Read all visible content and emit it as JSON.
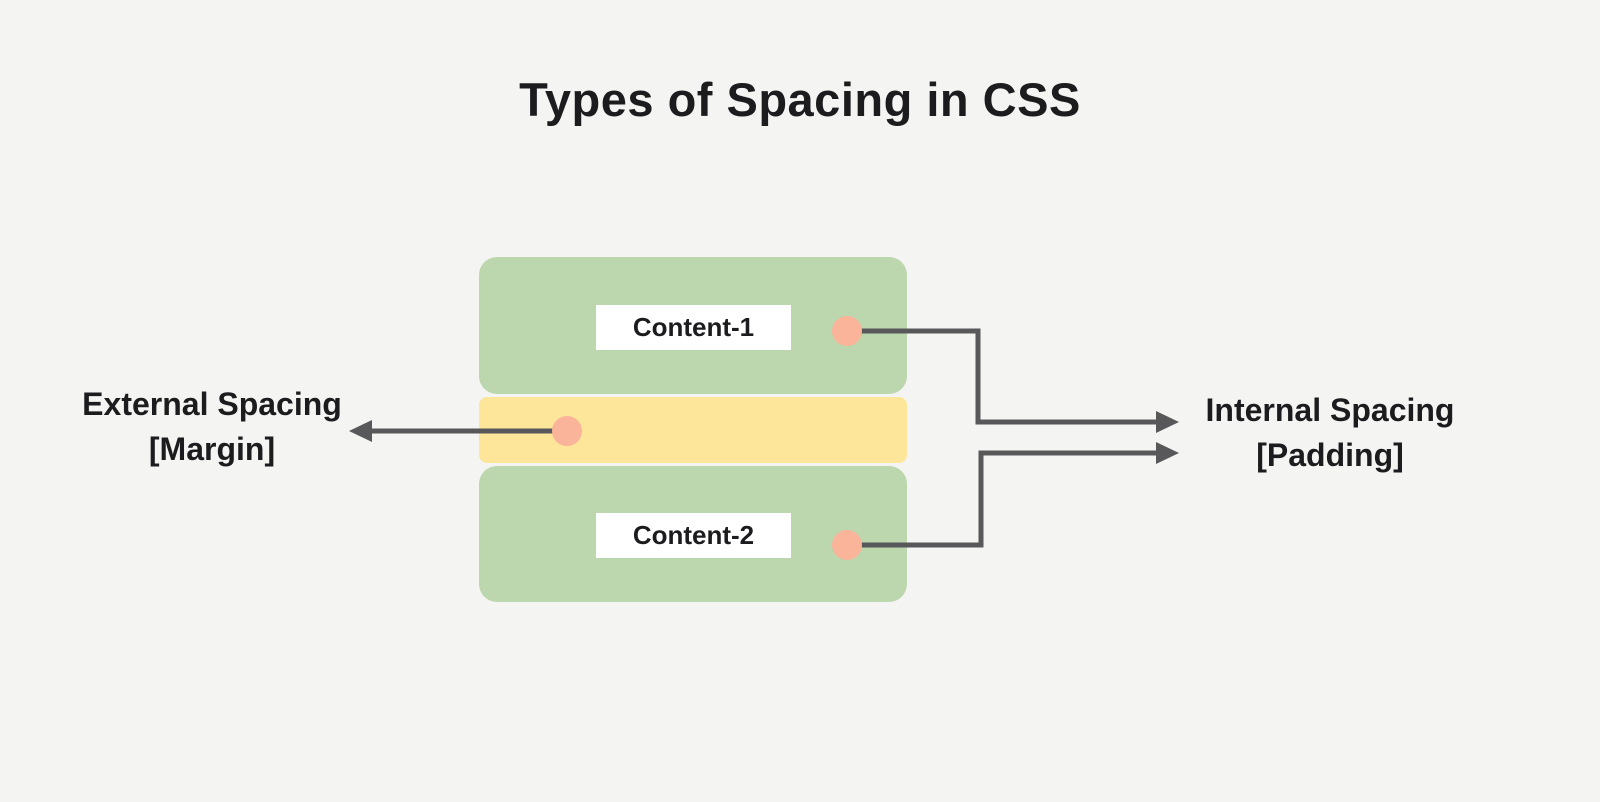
{
  "title": "Types of Spacing in CSS",
  "diagram": {
    "blocks": [
      {
        "label": "Content-1"
      },
      {
        "label": "Content-2"
      }
    ],
    "annotations": {
      "external": {
        "line1": "External Spacing",
        "line2": "[Margin]"
      },
      "internal": {
        "line1": "Internal Spacing",
        "line2": "[Padding]"
      }
    },
    "colors": {
      "background": "#f4f4f3",
      "block_green": "#bcd6ae",
      "margin_yellow": "#fde69a",
      "dot_salmon": "#fab49a",
      "connector_gray": "#58585a",
      "text_dark": "#1c1c1e",
      "label_background": "#ffffff"
    }
  }
}
